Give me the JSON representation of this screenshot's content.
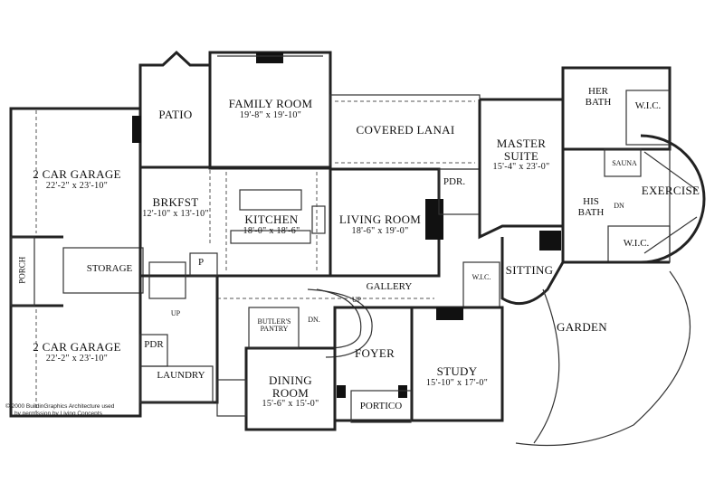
{
  "rooms": {
    "garage_top": {
      "name": "2 CAR GARAGE",
      "dim": "22'-2\" x 23'-10\""
    },
    "garage_bottom": {
      "name": "2 CAR GARAGE",
      "dim": "22'-2\" x 23'-10\""
    },
    "porch": {
      "name": "PORCH"
    },
    "storage": {
      "name": "STORAGE"
    },
    "patio": {
      "name": "PATIO"
    },
    "family_room": {
      "name": "FAMILY ROOM",
      "dim": "19'-8\" x 19'-10\""
    },
    "covered_lanai": {
      "name": "COVERED LANAI"
    },
    "brkfst": {
      "name": "BRKFST",
      "dim": "12'-10\" x 13'-10\""
    },
    "kitchen": {
      "name": "KITCHEN",
      "dim": "18'-0\" x 18'-6\""
    },
    "living_room": {
      "name": "LIVING ROOM",
      "dim": "18'-6\" x 19'-0\""
    },
    "pdr_main": {
      "name": "PDR."
    },
    "master_suite": {
      "name": "MASTER SUITE",
      "dim": "15'-4\" x 23'-0\""
    },
    "her_bath": {
      "name": "HER BATH"
    },
    "wic_top": {
      "name": "W.I.C."
    },
    "sauna": {
      "name": "SAUNA"
    },
    "exercise": {
      "name": "EXERCISE"
    },
    "his_bath": {
      "name": "HIS BATH"
    },
    "dn_exercise": {
      "name": "DN"
    },
    "wic_bottom": {
      "name": "W.I.C."
    },
    "sitting": {
      "name": "SITTING"
    },
    "wic_small": {
      "name": "W.I.C."
    },
    "gallery": {
      "name": "GALLERY"
    },
    "up_stair": {
      "name": "UP"
    },
    "dn_stair": {
      "name": "DN."
    },
    "up_back": {
      "name": "UP"
    },
    "p_pantry": {
      "name": "P"
    },
    "butlers_pantry": {
      "name": "BUTLER'S PANTRY"
    },
    "pdr_back": {
      "name": "PDR"
    },
    "laundry": {
      "name": "LAUNDRY"
    },
    "foyer": {
      "name": "FOYER"
    },
    "dining_room": {
      "name": "DINING ROOM",
      "dim": "15'-6\" x 15'-0\""
    },
    "portico": {
      "name": "PORTICO"
    },
    "study": {
      "name": "STUDY",
      "dim": "15'-10\" x 17'-0\""
    },
    "garden": {
      "name": "GARDEN"
    }
  },
  "credit": {
    "line1": "© 2000 BuildinGraphics Architecture used",
    "line2": "by permission by Living Concepts"
  }
}
